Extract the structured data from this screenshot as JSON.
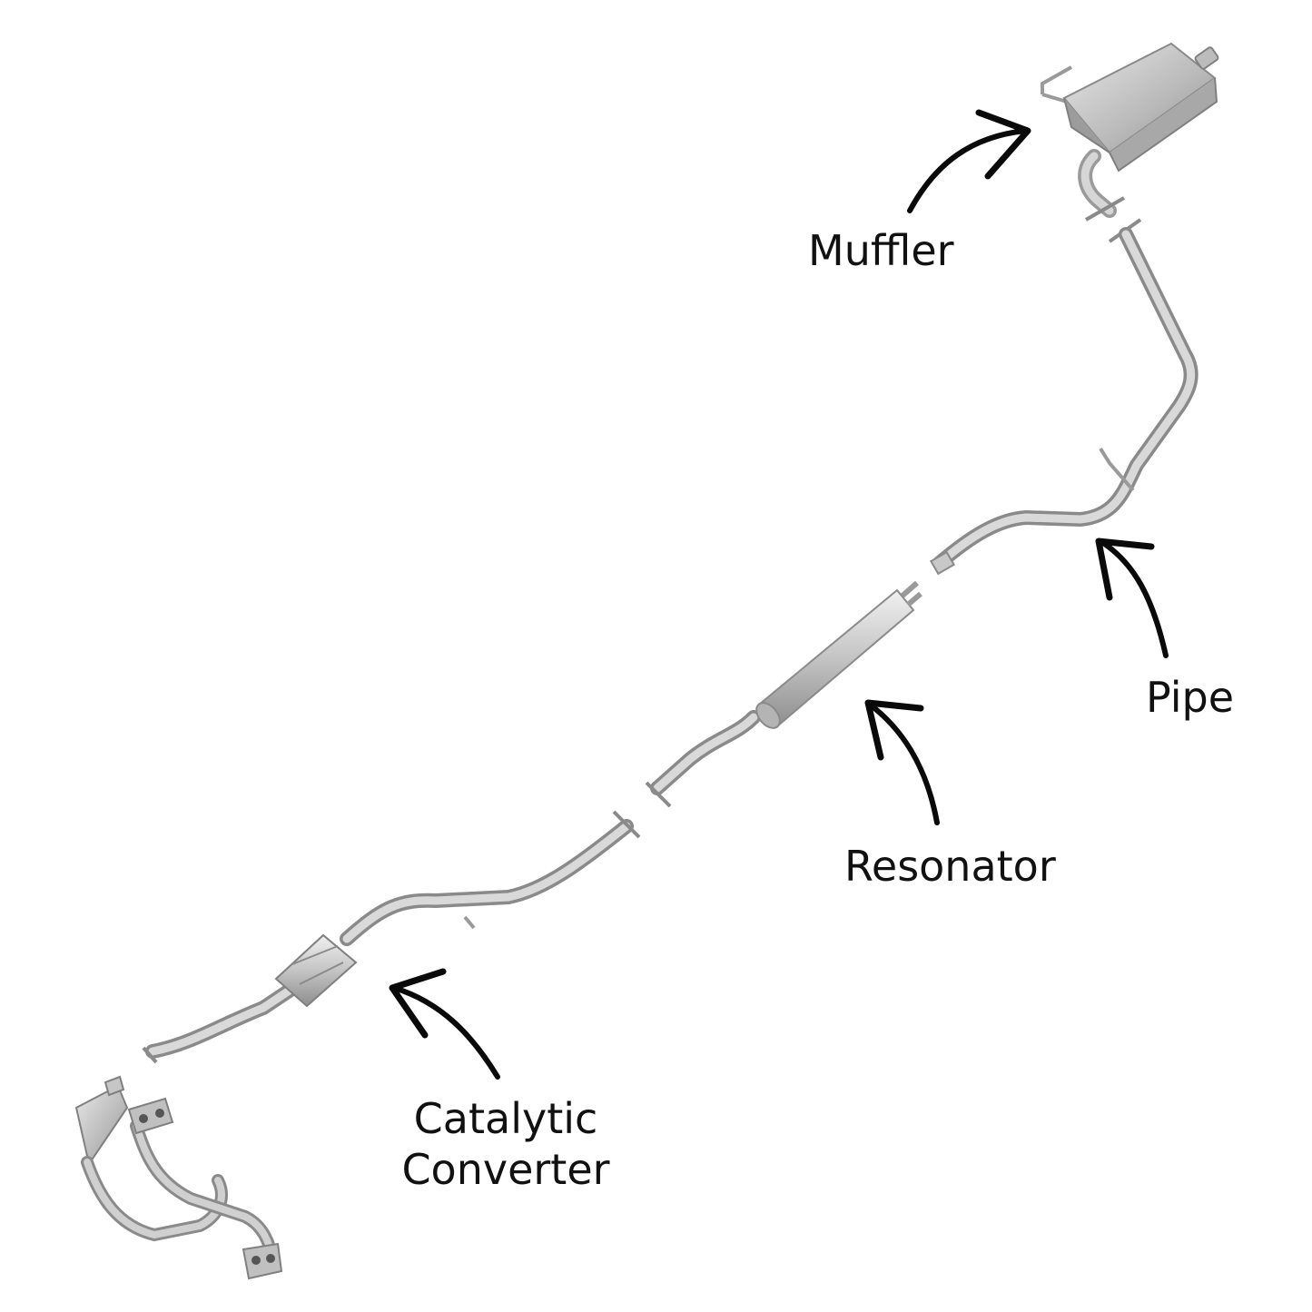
{
  "labels": {
    "muffler": "Muffler",
    "pipe": "Pipe",
    "resonator": "Resonator",
    "catalytic_line1": "Catalytic",
    "catalytic_line2": "Converter"
  },
  "colors": {
    "text": "#111111",
    "arrow": "#0a0a0a",
    "metal_light": "#e6e6e6",
    "metal_mid": "#bdbdbd",
    "metal_dark": "#8a8a8a",
    "background": "#ffffff"
  },
  "icons": {
    "arrow": "curved-arrow-icon",
    "part": "exhaust-part-icon"
  }
}
